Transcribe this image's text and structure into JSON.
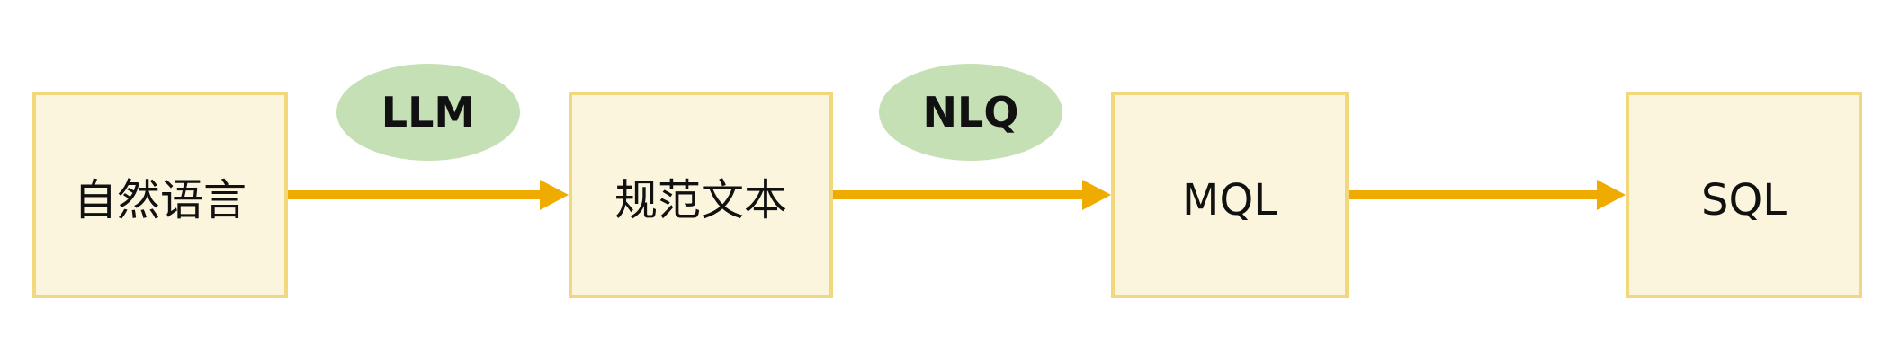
{
  "nodes": [
    {
      "label": "自然语言"
    },
    {
      "label": "规范文本"
    },
    {
      "label": "MQL"
    },
    {
      "label": "SQL"
    }
  ],
  "edge_labels": [
    {
      "label": "LLM"
    },
    {
      "label": "NLQ"
    }
  ],
  "colors": {
    "node_fill": "#fbf5dd",
    "node_border": "#f3d77c",
    "label_fill": "#c6e0b6",
    "arrow": "#f0ab00"
  }
}
